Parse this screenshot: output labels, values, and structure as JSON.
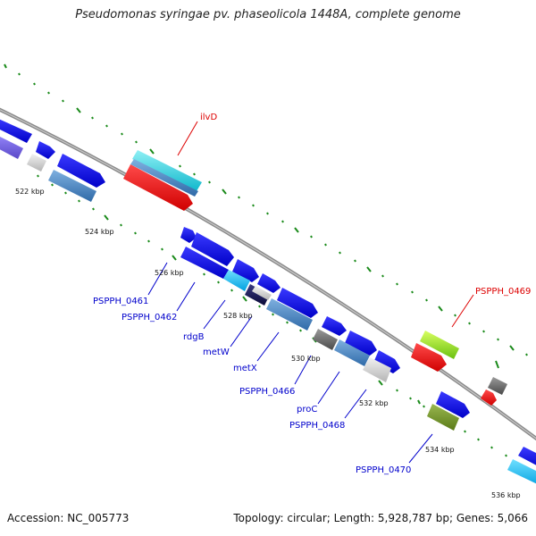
{
  "title": "Pseudomonas syringae pv. phaseolicola 1448A, complete genome",
  "footer": {
    "accession": "Accession: NC_005773",
    "summary": "Topology: circular; Length: 5,928,787 bp; Genes: 5,066"
  },
  "colors": {
    "backbone": "#8a8a8a",
    "tick": "#1a8a1a",
    "label_blue": "#0000cc",
    "label_red": "#dd0000"
  },
  "ticks": [
    "522 kbp",
    "524 kbp",
    "526 kbp",
    "528 kbp",
    "530 kbp",
    "532 kbp",
    "534 kbp",
    "536 kbp"
  ],
  "gene_labels": [
    {
      "text": "ilvD",
      "color": "red"
    },
    {
      "text": "PSPPH_0469",
      "color": "red"
    },
    {
      "text": "PSPPH_0461",
      "color": "blue"
    },
    {
      "text": "PSPPH_0462",
      "color": "blue"
    },
    {
      "text": "rdgB",
      "color": "blue"
    },
    {
      "text": "metW",
      "color": "blue"
    },
    {
      "text": "metX",
      "color": "blue"
    },
    {
      "text": "PSPPH_0466",
      "color": "blue"
    },
    {
      "text": "proC",
      "color": "blue"
    },
    {
      "text": "PSPPH_0468",
      "color": "blue"
    },
    {
      "text": "PSPPH_0470",
      "color": "blue"
    }
  ]
}
